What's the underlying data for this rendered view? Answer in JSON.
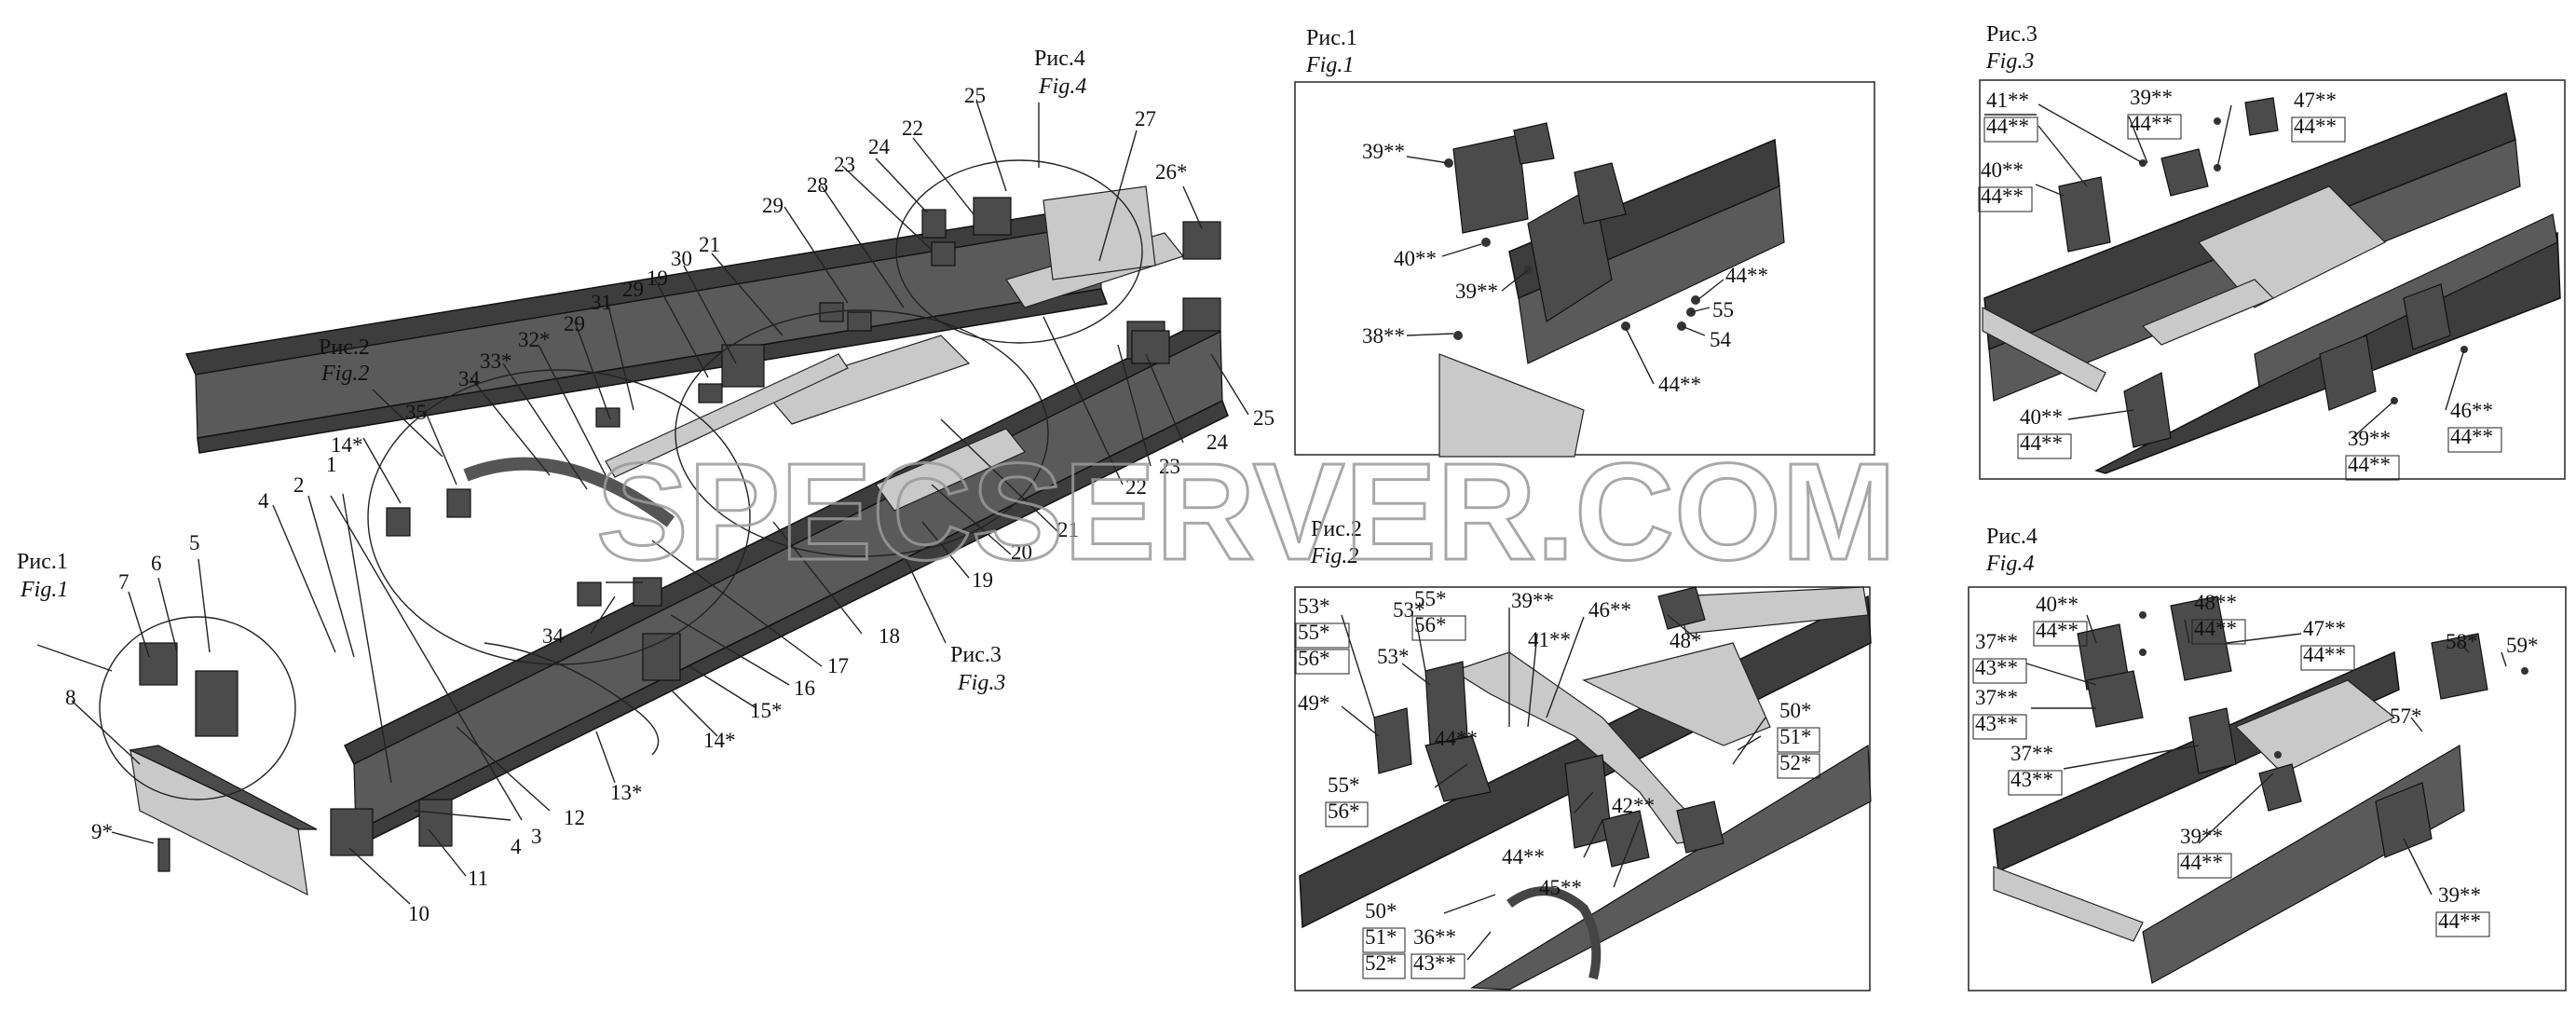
{
  "watermark": "SPECSERVER.COM",
  "main_labels": [
    "1",
    "2",
    "3",
    "4",
    "4",
    "5",
    "6",
    "7",
    "8",
    "9*",
    "10",
    "11",
    "12",
    "13*",
    "14*",
    "14*",
    "15*",
    "16",
    "17",
    "18",
    "19",
    "19",
    "20",
    "21",
    "21",
    "22",
    "22",
    "23",
    "23",
    "24",
    "24",
    "25",
    "25",
    "26*",
    "27",
    "28",
    "29",
    "29",
    "29",
    "30",
    "31",
    "32*",
    "33*",
    "34",
    "34",
    "35"
  ],
  "callouts": {
    "fig1": {
      "ru": "Рис.1",
      "en": "Fig.1"
    },
    "fig2": {
      "ru": "Рис.2",
      "en": "Fig.2"
    },
    "fig3": {
      "ru": "Рис.3",
      "en": "Fig.3"
    },
    "fig4": {
      "ru": "Рис.4",
      "en": "Fig.4"
    }
  },
  "panels": {
    "fig1": {
      "ru": "Рис.1",
      "en": "Fig.1",
      "labels": [
        "39**",
        "40**",
        "39**",
        "38**",
        "44**",
        "55",
        "54",
        "44**"
      ]
    },
    "fig2": {
      "ru": "Рис.2",
      "en": "Fig.2",
      "labels": [
        "53*",
        "55*",
        "56*",
        "53*",
        "55*",
        "56*",
        "53*",
        "49*",
        "39**",
        "41**",
        "46**",
        "48*",
        "50*",
        "51*",
        "52*",
        "44**",
        "55*",
        "56*",
        "42**",
        "44**",
        "45**",
        "50*",
        "51*",
        "52*",
        "36**",
        "43**"
      ]
    },
    "fig3": {
      "ru": "Рис.3",
      "en": "Fig.3",
      "labels": [
        "41**",
        "44**",
        "39**",
        "44**",
        "47**",
        "44**",
        "40**",
        "44**",
        "40**",
        "44**",
        "39**",
        "44**",
        "46**",
        "44**"
      ]
    },
    "fig4": {
      "ru": "Рис.4",
      "en": "Fig.4",
      "labels": [
        "40**",
        "44**",
        "48**",
        "44**",
        "47**",
        "44**",
        "37**",
        "43**",
        "37**",
        "43**",
        "37**",
        "43**",
        "58*",
        "59*",
        "57*",
        "39**",
        "44**",
        "39**",
        "44**"
      ]
    }
  }
}
